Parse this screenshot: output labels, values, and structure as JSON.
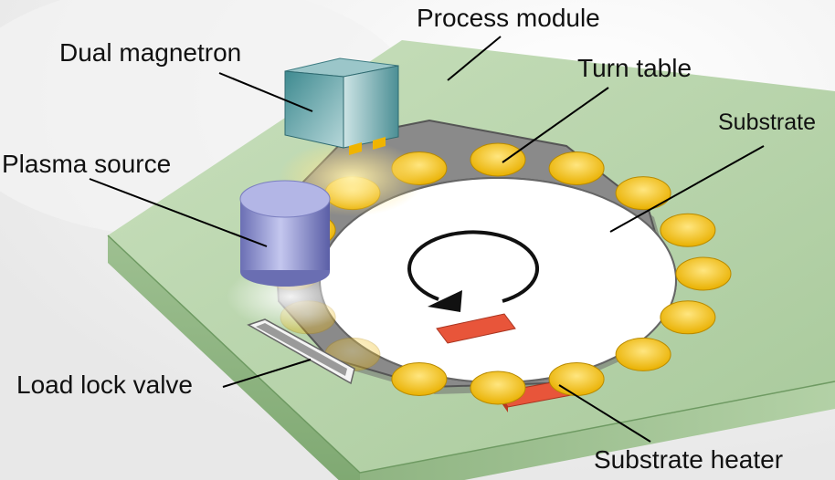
{
  "labels": {
    "process_module": "Process module",
    "dual_magnetron": "Dual magnetron",
    "turn_table": "Turn table",
    "substrate": "Substrate",
    "plasma_source": "Plasma source",
    "load_lock_valve": "Load lock valve",
    "substrate_heater": "Substrate heater"
  },
  "substrate_count": 16,
  "colors": {
    "module_top": "#b4d3a6",
    "module_side": "#8fb482",
    "table": "#7a7a7a",
    "substrate": "#f2c21a",
    "magnetron": "#5fa3a8",
    "plasma_source": "#8f93cf",
    "heater": "#e8553a",
    "leader_line": "#000000"
  }
}
